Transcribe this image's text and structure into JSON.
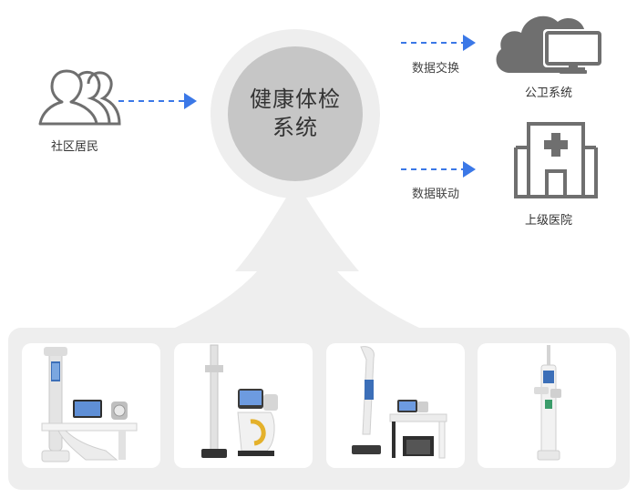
{
  "center": {
    "title_line1": "健康体检",
    "title_line2": "系统"
  },
  "nodes": {
    "residents": "社区居民",
    "public_health": "公卫系统",
    "hospital": "上级医院"
  },
  "flows": {
    "data_exchange": "数据交换",
    "data_linkage": "数据联动"
  },
  "colors": {
    "arrow": "#3b78e7",
    "icon_gray": "#6f6f6f",
    "circle_outer": "#eeeeee",
    "circle_inner": "#c6c6c6",
    "panel_bg": "#eeeeee"
  },
  "icons": {
    "residents": "people-icon",
    "public_health": "cloud-monitor-icon",
    "hospital": "hospital-building-icon"
  },
  "devices": [
    {
      "name": "device-1",
      "kind": "kiosk-with-desk"
    },
    {
      "name": "device-2",
      "kind": "height-scale-with-cart"
    },
    {
      "name": "device-3",
      "kind": "height-scale-with-table"
    },
    {
      "name": "device-4",
      "kind": "slim-height-scale"
    }
  ]
}
